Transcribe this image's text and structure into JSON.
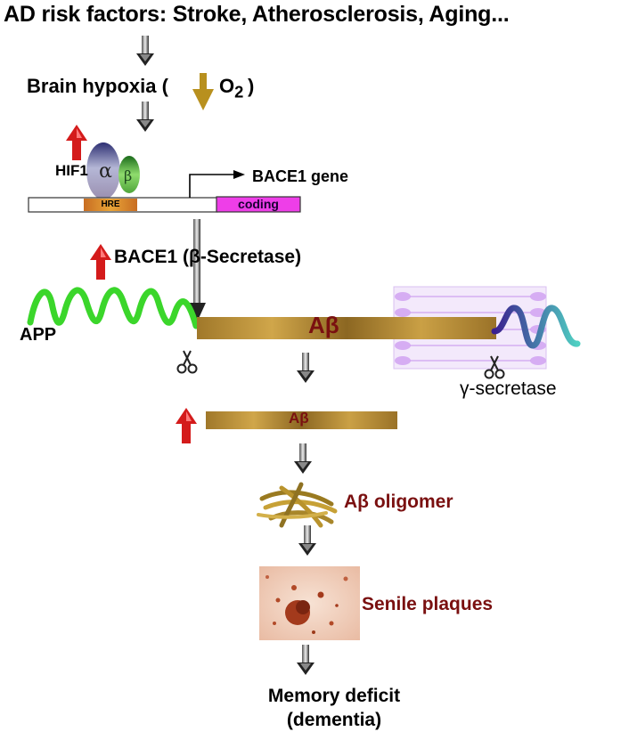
{
  "title": "AD risk factors: Stroke, Atherosclerosis, Aging...",
  "hypoxia": {
    "label": "Brain hypoxia (",
    "o2": "O",
    "o2_sub": "2",
    "close": ")"
  },
  "hif": {
    "label": "HIF1",
    "alpha": "α",
    "beta": "β"
  },
  "gene": {
    "name": "BACE1 gene",
    "hre": "HRE",
    "coding": "coding"
  },
  "bace1_label": "BACE1 (β-Secretase)",
  "app_label": "APP",
  "abeta_big": "Aβ",
  "gamma_label": "γ-secretase",
  "abeta_small": "Aβ",
  "oligomer_label": "Aβ oligomer",
  "plaques_label": "Senile plaques",
  "memory": {
    "line1": "Memory deficit",
    "line2": "(dementia)"
  },
  "colors": {
    "up_arrow": "#d41b1b",
    "down_arrow": "#b8901e",
    "hre_box": "#d9772a",
    "coding_box": "#ee3ee8",
    "app_helix": "#3bd62b",
    "abeta_bar": "#b88a2e",
    "accent_text": "#7a1010",
    "membrane": "#cf9ff2"
  },
  "icons": [
    "down-arrow-icon",
    "up-arrow-icon",
    "scissors-icon",
    "hif1-alpha-subunit",
    "hif1-beta-subunit",
    "membrane-icon",
    "oligomer-icon",
    "plaque-image"
  ]
}
